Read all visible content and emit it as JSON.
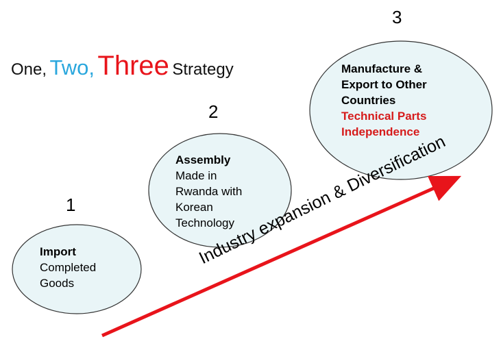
{
  "title": {
    "one": "One,",
    "two": "Two,",
    "three": "Three",
    "strategy": "Strategy"
  },
  "steps": [
    {
      "number": "1",
      "heading": "Import",
      "lines": [
        "Completed",
        "Goods"
      ],
      "red_lines": []
    },
    {
      "number": "2",
      "heading": "Assembly",
      "lines": [
        "Made in",
        "Rwanda with",
        "Korean",
        "Technology"
      ],
      "red_lines": []
    },
    {
      "number": "3",
      "heading": "Manufacture &",
      "lines": [
        "Export to Other",
        "Countries"
      ],
      "red_lines": [
        "Technical Parts",
        "Independence"
      ]
    }
  ],
  "arrow": {
    "label": "Industry expansion & Diversification"
  },
  "colors": {
    "blue": "#2aa7dd",
    "red": "#e8141b",
    "red_text": "#d61c1c",
    "circle_fill": "#e9f5f7",
    "circle_stroke": "#333333"
  }
}
